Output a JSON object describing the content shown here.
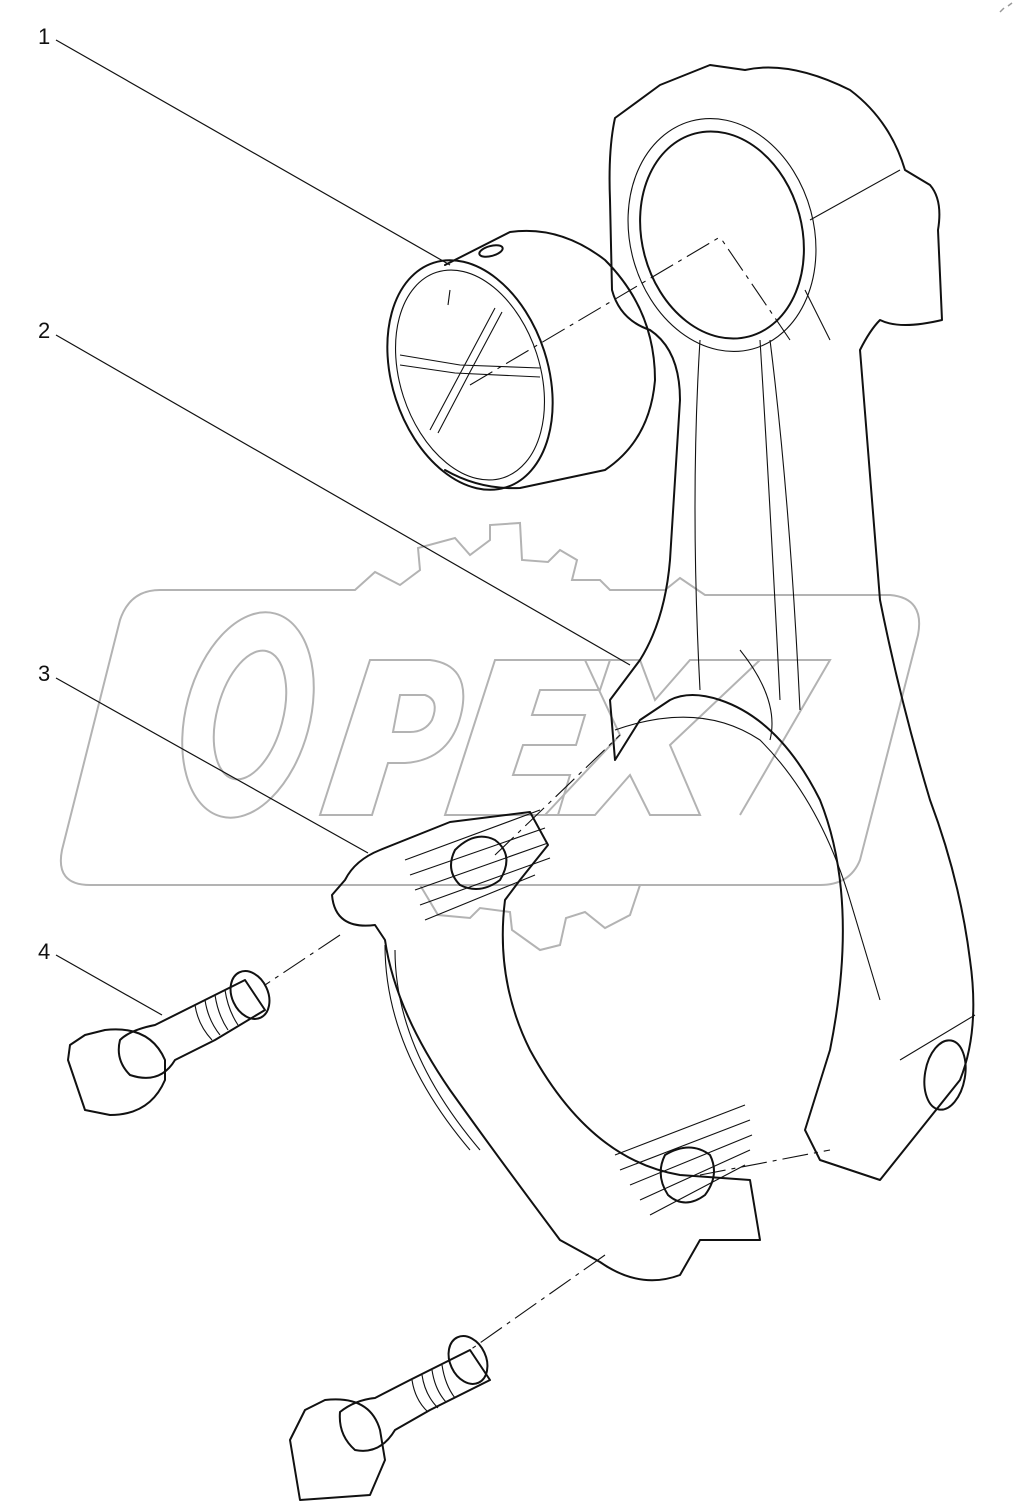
{
  "diagram": {
    "type": "exploded parts view",
    "subject": "connecting rod assembly",
    "watermark": "OPEX",
    "callouts": [
      {
        "label": "1",
        "part": "small-end bushing"
      },
      {
        "label": "2",
        "part": "connecting rod"
      },
      {
        "label": "3",
        "part": "connecting rod cap"
      },
      {
        "label": "4",
        "part": "connecting rod bolt"
      }
    ],
    "colors": {
      "line": "#111111",
      "watermark": "#b3b3b3",
      "background": "#ffffff"
    }
  }
}
